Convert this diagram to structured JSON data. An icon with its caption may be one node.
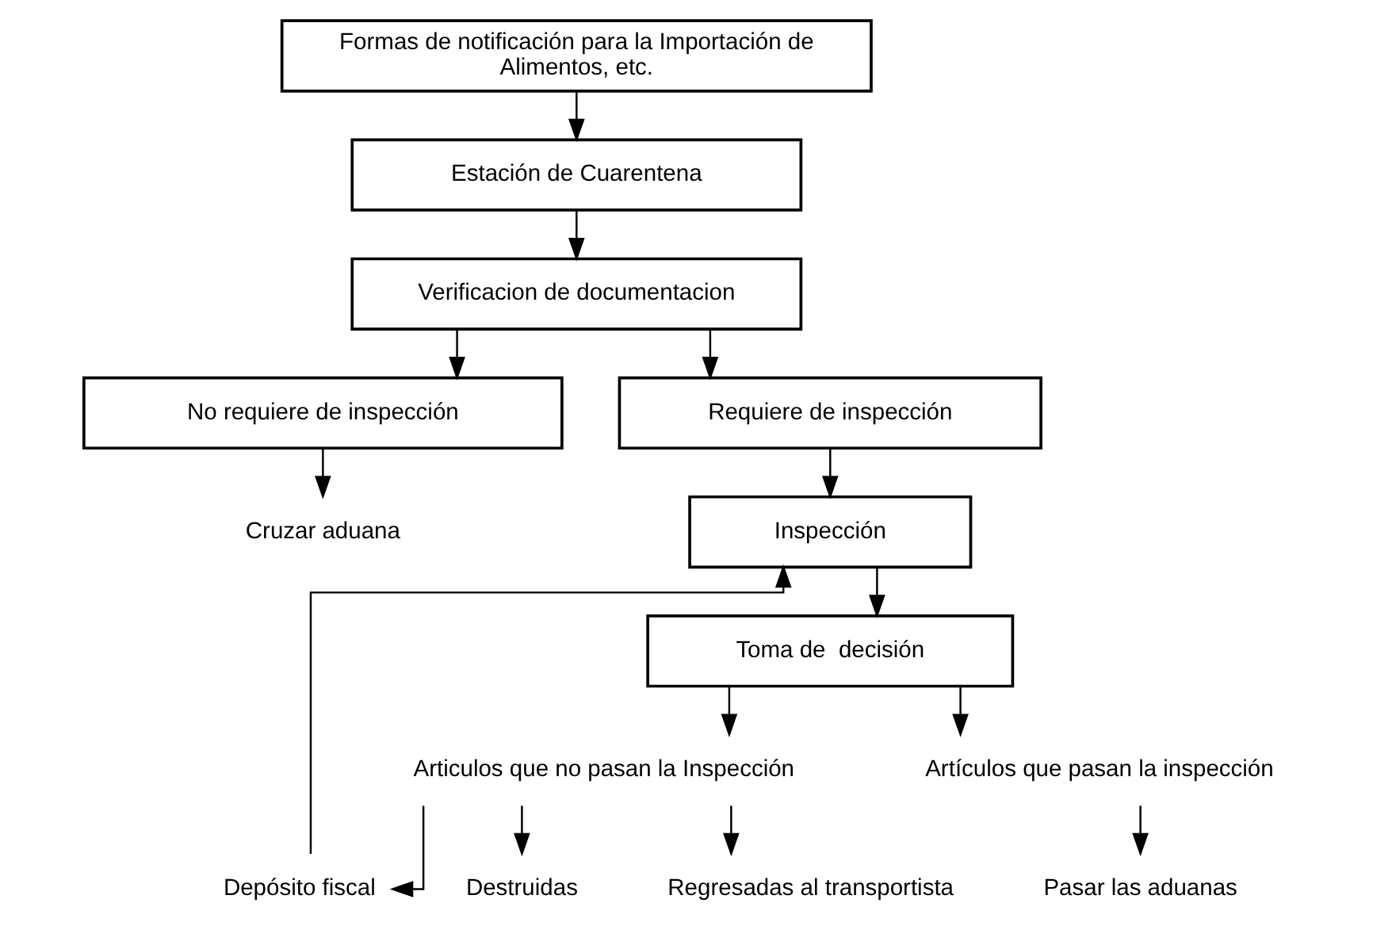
{
  "diagram": {
    "nodes": [
      {
        "text": [
          "Formas de notificación para la Importación de Alimentos, etc."
        ]
      },
      {
        "text": [
          "Estación de Cuarentena"
        ]
      },
      {
        "text": [
          "Verificacion de documentacion"
        ]
      },
      {
        "text": [
          "No requiere de inspección"
        ]
      },
      {
        "text": [
          "Requiere de inspección"
        ]
      },
      {
        "text": [
          "Cruzar aduana"
        ]
      },
      {
        "text": [
          "Inspección"
        ]
      },
      {
        "text": [
          "Toma de  decisión"
        ]
      },
      {
        "text": [
          "Articulos que no pasan la Inspección"
        ]
      },
      {
        "text": [
          "Artículos que pasan la inspección"
        ]
      },
      {
        "text": [
          "Depósito fiscal"
        ]
      },
      {
        "text": [
          "Destruidas"
        ]
      },
      {
        "text": [
          "Regresadas al transportista"
        ]
      },
      {
        "text": [
          "Pasar las aduanas"
        ]
      }
    ],
    "edges": [
      {
        "from": 0,
        "to": 1,
        "arrow": "to"
      },
      {
        "from": 1,
        "to": 2,
        "arrow": "to"
      },
      {
        "from": 2,
        "to": 3,
        "arrow": "to"
      },
      {
        "from": 2,
        "to": 4,
        "arrow": "to"
      },
      {
        "from": 3,
        "to": 5,
        "arrow": "to"
      },
      {
        "from": 4,
        "to": 6,
        "arrow": "to"
      },
      {
        "from": 6,
        "to": 7,
        "arrow": "to"
      },
      {
        "from": 7,
        "to": 8,
        "arrow": "to"
      },
      {
        "from": 7,
        "to": 9,
        "arrow": "to"
      },
      {
        "from": 8,
        "to": 10,
        "arrow": "to"
      },
      {
        "from": 8,
        "to": 11,
        "arrow": "to"
      },
      {
        "from": 8,
        "to": 12,
        "arrow": "to"
      },
      {
        "from": 9,
        "to": 13,
        "arrow": "to"
      },
      {
        "from": 10,
        "to": 6,
        "arrow": "to"
      }
    ]
  }
}
